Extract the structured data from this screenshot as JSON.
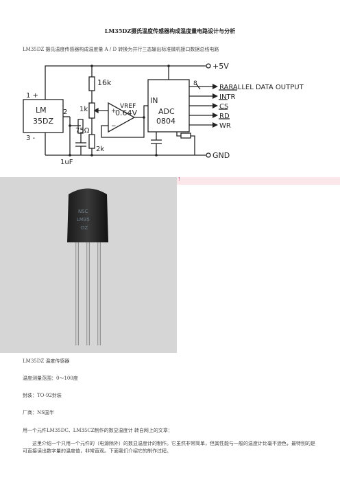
{
  "page": {
    "title": "LM35DZ摄氏温度传感器构成温度量电路设计与分析",
    "intro": "LM35DZ 摄氏温度传感器构成温度量 A / D 转换为并行三态输出标准微机接口数据总线电路"
  },
  "circuit": {
    "labels": {
      "plus5v": "+5V",
      "gnd": "GND",
      "r16k": "16k",
      "r1k": "1k",
      "r75": "75Ω",
      "r2k": "2k",
      "vref": "VREF",
      "vref_val": "0.64V",
      "cap": "1uF",
      "lm1": "LM",
      "lm2": "35DZ",
      "pin1": "1 +",
      "pin2": "2",
      "pin3": "3 -",
      "adc_in": "IN",
      "adc1": "ADC",
      "adc2": "0804",
      "bus_width": "8",
      "out_bus": "RARALLEL DATA OUTPUT",
      "intr": "INTR",
      "cs": "CS",
      "rd": "RD",
      "wr": "WR"
    }
  },
  "photo": {
    "chip_text": [
      "NSC",
      "LM35",
      "DZ"
    ],
    "mark": "!"
  },
  "specs": {
    "sensor": "LM35DZ 温度传感器",
    "range": "温度测量范围：0～100度",
    "package": "封装：TO-92封装",
    "maker": "厂商：NS国半"
  },
  "article": {
    "source": "用一个元件LM35DC、LM35CZ制作的数显温度计 转自网上的文章：",
    "body": "这里介绍一个只用一个元件的（电源除外）的数显温度计的制作。它虽然非常简单，但其性能与一般的温度计比毫不逊色，最特别的是可直接读出数字量的温度值，非常直观。下面我们介绍它的制作过程。"
  }
}
